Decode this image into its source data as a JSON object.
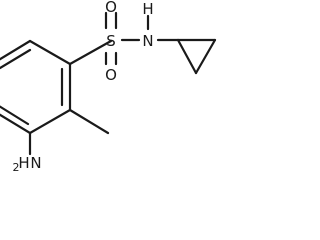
{
  "molecule": {
    "atoms": {
      "sulfur": "S",
      "oxygen_top": "O",
      "oxygen_bottom": "O",
      "nitrogen_amide": "N",
      "hydrogen_amide": "H",
      "amino_n": "N",
      "amino_h": "H",
      "amino_sub": "2"
    },
    "colors": {
      "bond": "#1a1a1a",
      "text": "#1a1a1a",
      "background": "#ffffff"
    }
  }
}
